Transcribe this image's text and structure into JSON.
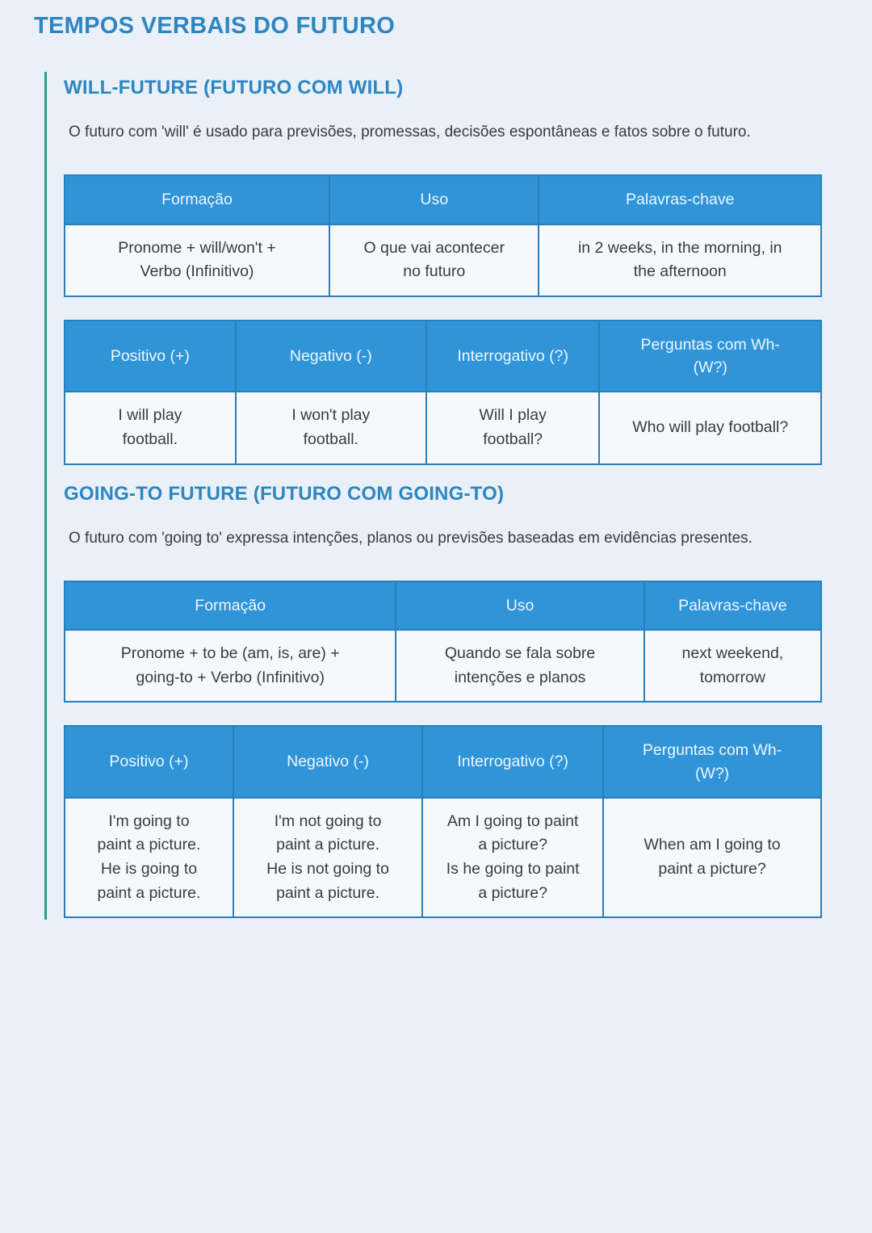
{
  "page": {
    "title": "TEMPOS VERBAIS DO FUTURO"
  },
  "colors": {
    "page_background": "#e9f0f8",
    "heading_blue": "#2e86c1",
    "table_header_blue": "#3094d8",
    "table_border_blue": "#2980b9",
    "table_cell_background": "#f5f9fd",
    "accent_teal_rule": "#2a9d8f",
    "body_text": "#3b3b3b"
  },
  "sections": [
    {
      "heading": "WILL-FUTURE (FUTURO COM WILL)",
      "description": "O futuro com 'will' é usado para previsões, promessas, decisões espontâneas e fatos sobre o futuro.",
      "overview_table": {
        "headers": [
          "Formação",
          "Uso",
          "Palavras-chave"
        ],
        "row": [
          "Pronome + will/won't +\nVerbo (Infinitivo)",
          "O que vai acontecer\nno futuro",
          "in 2 weeks, in the morning, in\nthe afternoon"
        ]
      },
      "forms_table": {
        "headers": [
          "Positivo (+)",
          "Negativo (-)",
          "Interrogativo (?)",
          "Perguntas com Wh-\n(W?)"
        ],
        "row": [
          "I will play\nfootball.",
          "I won't play\nfootball.",
          "Will I play\nfootball?",
          "Who will play football?"
        ]
      }
    },
    {
      "heading": "GOING-TO FUTURE (FUTURO COM GOING-TO)",
      "description": "O futuro com 'going to' expressa intenções, planos ou previsões baseadas em evidências presentes.",
      "overview_table": {
        "headers": [
          "Formação",
          "Uso",
          "Palavras-chave"
        ],
        "row": [
          "Pronome + to be (am, is, are) +\ngoing-to + Verbo (Infinitivo)",
          "Quando se fala sobre\nintenções e planos",
          "next weekend,\ntomorrow"
        ]
      },
      "forms_table": {
        "headers": [
          "Positivo (+)",
          "Negativo (-)",
          "Interrogativo (?)",
          "Perguntas com Wh-\n(W?)"
        ],
        "row": [
          "I'm going to\npaint a picture.\nHe is going to\npaint a picture.",
          "I'm not going to\npaint a picture.\nHe is not going to\npaint a picture.",
          "Am I going to paint\na picture?\nIs he going to paint\na picture?",
          "When am I going to\npaint a picture?"
        ]
      }
    }
  ]
}
